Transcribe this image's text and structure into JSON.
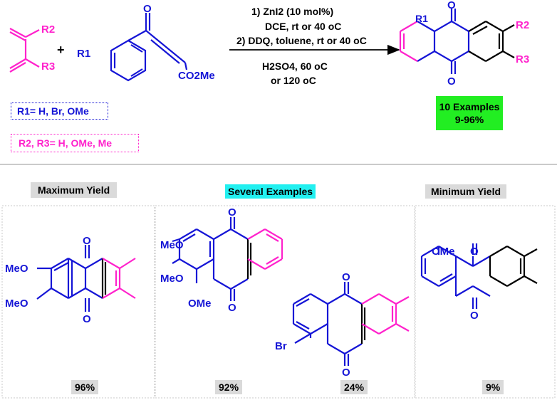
{
  "colors": {
    "blue": "#1515d6",
    "magenta": "#ff22cc",
    "black": "#000000",
    "green": "#22ee22",
    "cyan": "#22f0f0",
    "grey": "#dadada"
  },
  "reaction": {
    "reagent_diene_r2": "R2",
    "reagent_diene_r3": "R3",
    "plus": "+",
    "ketone_r1": "R1",
    "ketone_o": "O",
    "ketone_ester": "CO2Me",
    "conditions": {
      "line1": "1) ZnI2 (10 mol%)",
      "line2": "DCE, rt or 40 oC",
      "line3": "2) DDQ, toluene, rt or 40 oC",
      "line4": "H2SO4, 60 oC",
      "line5": "or 120 oC"
    },
    "product_r1": "R1",
    "product_r2": "R2",
    "product_r3": "R3",
    "product_o_top": "O",
    "product_o_bottom": "O",
    "r1_box": "R1= H, Br, OMe",
    "r23_box": "R2, R3= H, OMe, Me",
    "examples_box_line1": "10 Examples",
    "examples_box_line2": "9-96%"
  },
  "sections": {
    "max_title": "Maximum Yield",
    "several_title": "Several Examples",
    "min_title": "Minimum Yield"
  },
  "examples": {
    "max": {
      "sub1": "MeO",
      "sub2": "MeO",
      "o_top": "O",
      "o_bottom": "O",
      "yield": "96%"
    },
    "several_a": {
      "sub1": "MeO",
      "sub2": "MeO",
      "sub3": "OMe",
      "o_top": "O",
      "o_bottom": "O",
      "yield": "92%"
    },
    "several_b": {
      "sub1": "Br",
      "o_top": "O",
      "o_bottom": "O",
      "yield": "24%"
    },
    "min": {
      "sub1": "OMe",
      "o_top": "O",
      "o_bottom": "O",
      "yield": "9%"
    }
  }
}
